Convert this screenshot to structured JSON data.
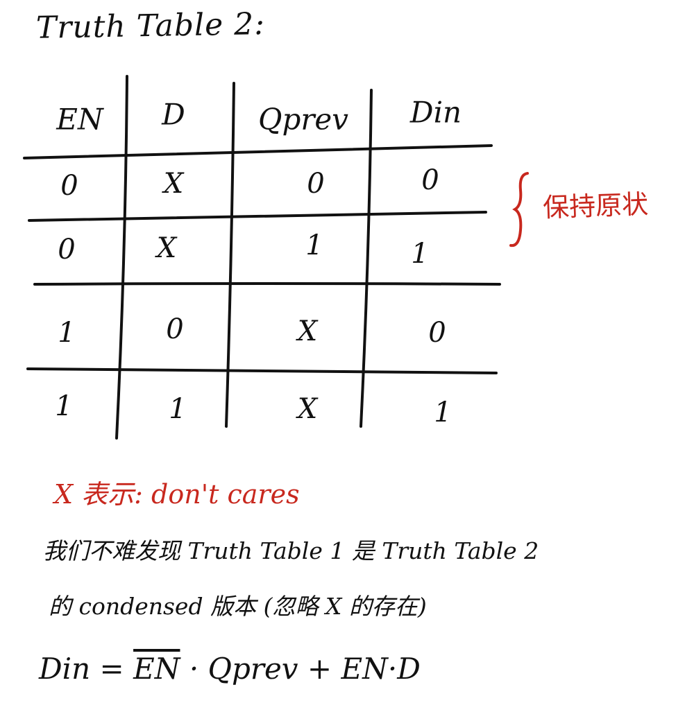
{
  "title": "Truth Table 2:",
  "table": {
    "headers": [
      "EN",
      "D",
      "Qprev",
      "Din"
    ],
    "rows": [
      [
        "0",
        "X",
        "0",
        "0"
      ],
      [
        "0",
        "X",
        "1",
        "1"
      ],
      [
        "1",
        "0",
        "X",
        "0"
      ],
      [
        "1",
        "1",
        "X",
        "1"
      ]
    ]
  },
  "bracket_label": "保持原状",
  "note": "X 表示: don't cares",
  "text_lines": [
    "我们不难发现 Truth Table 1 是 Truth Table 2",
    "的 condensed 版本 (忽略 X 的存在)"
  ],
  "formula": {
    "lhs": "Din =",
    "term1_bar": "EN",
    "term1_rest": "· Qprev +",
    "term2": "EN·D"
  },
  "colors": {
    "ink": "#111111",
    "annotation": "#c8281e"
  }
}
